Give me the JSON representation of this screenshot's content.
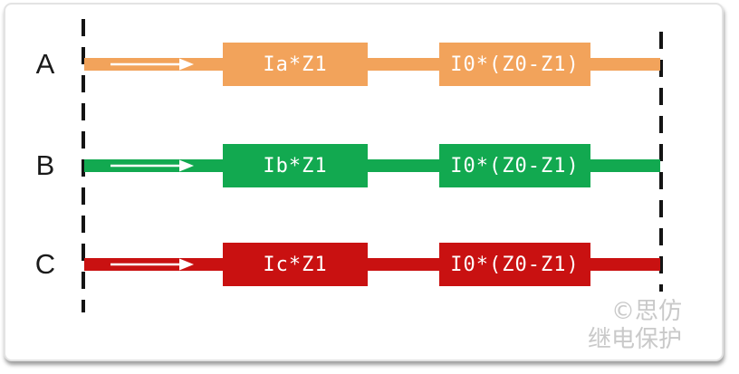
{
  "diagram": {
    "description": "Three-phase impedance voltage-drop diagram",
    "phases": [
      {
        "label": "A",
        "color": "#F2A35B",
        "segment1_label": "Ia*Z1",
        "segment2_label": "I0*(Z0-Z1)"
      },
      {
        "label": "B",
        "color": "#12A950",
        "segment1_label": "Ib*Z1",
        "segment2_label": "I0*(Z0-Z1)"
      },
      {
        "label": "C",
        "color": "#C91111",
        "segment1_label": "Ic*Z1",
        "segment2_label": "I0*(Z0-Z1)"
      }
    ],
    "dash_color": "#141414",
    "phase_label_color": "#1A1A1A",
    "arrow_color": "#FFFFFF",
    "watermark": {
      "line1": "©思仿",
      "line2": "继电保护",
      "color": "#C9C9C9"
    }
  }
}
